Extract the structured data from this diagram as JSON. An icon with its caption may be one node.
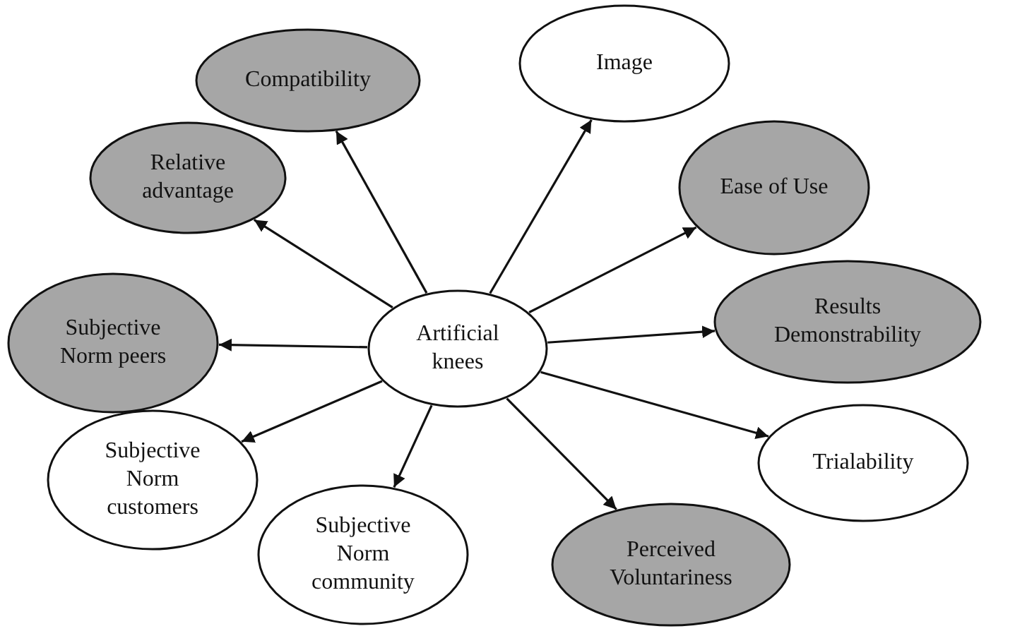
{
  "diagram": {
    "nodes": [
      {
        "text": [
          "Artificial knees"
        ]
      },
      {
        "text": [
          "Compatibility"
        ]
      },
      {
        "text": [
          "Image"
        ]
      },
      {
        "text": [
          "Relative advantage"
        ]
      },
      {
        "text": [
          "Ease of Use"
        ]
      },
      {
        "text": [
          "Subjective Norm peers"
        ]
      },
      {
        "text": [
          "Results Demonstrability"
        ]
      },
      {
        "text": [
          "Subjective Norm customers"
        ]
      },
      {
        "text": [
          "Trialability"
        ]
      },
      {
        "text": [
          "Subjective Norm community"
        ]
      },
      {
        "text": [
          "Perceived Voluntariness"
        ]
      }
    ],
    "edges": [
      {
        "from": 0,
        "to": 1,
        "arrow": "to"
      },
      {
        "from": 0,
        "to": 2,
        "arrow": "to"
      },
      {
        "from": 0,
        "to": 3,
        "arrow": "to"
      },
      {
        "from": 0,
        "to": 4,
        "arrow": "to"
      },
      {
        "from": 0,
        "to": 5,
        "arrow": "to"
      },
      {
        "from": 0,
        "to": 6,
        "arrow": "to"
      },
      {
        "from": 0,
        "to": 7,
        "arrow": "to"
      },
      {
        "from": 0,
        "to": 8,
        "arrow": "to"
      },
      {
        "from": 0,
        "to": 9,
        "arrow": "to"
      },
      {
        "from": 0,
        "to": 10,
        "arrow": "to"
      }
    ]
  }
}
